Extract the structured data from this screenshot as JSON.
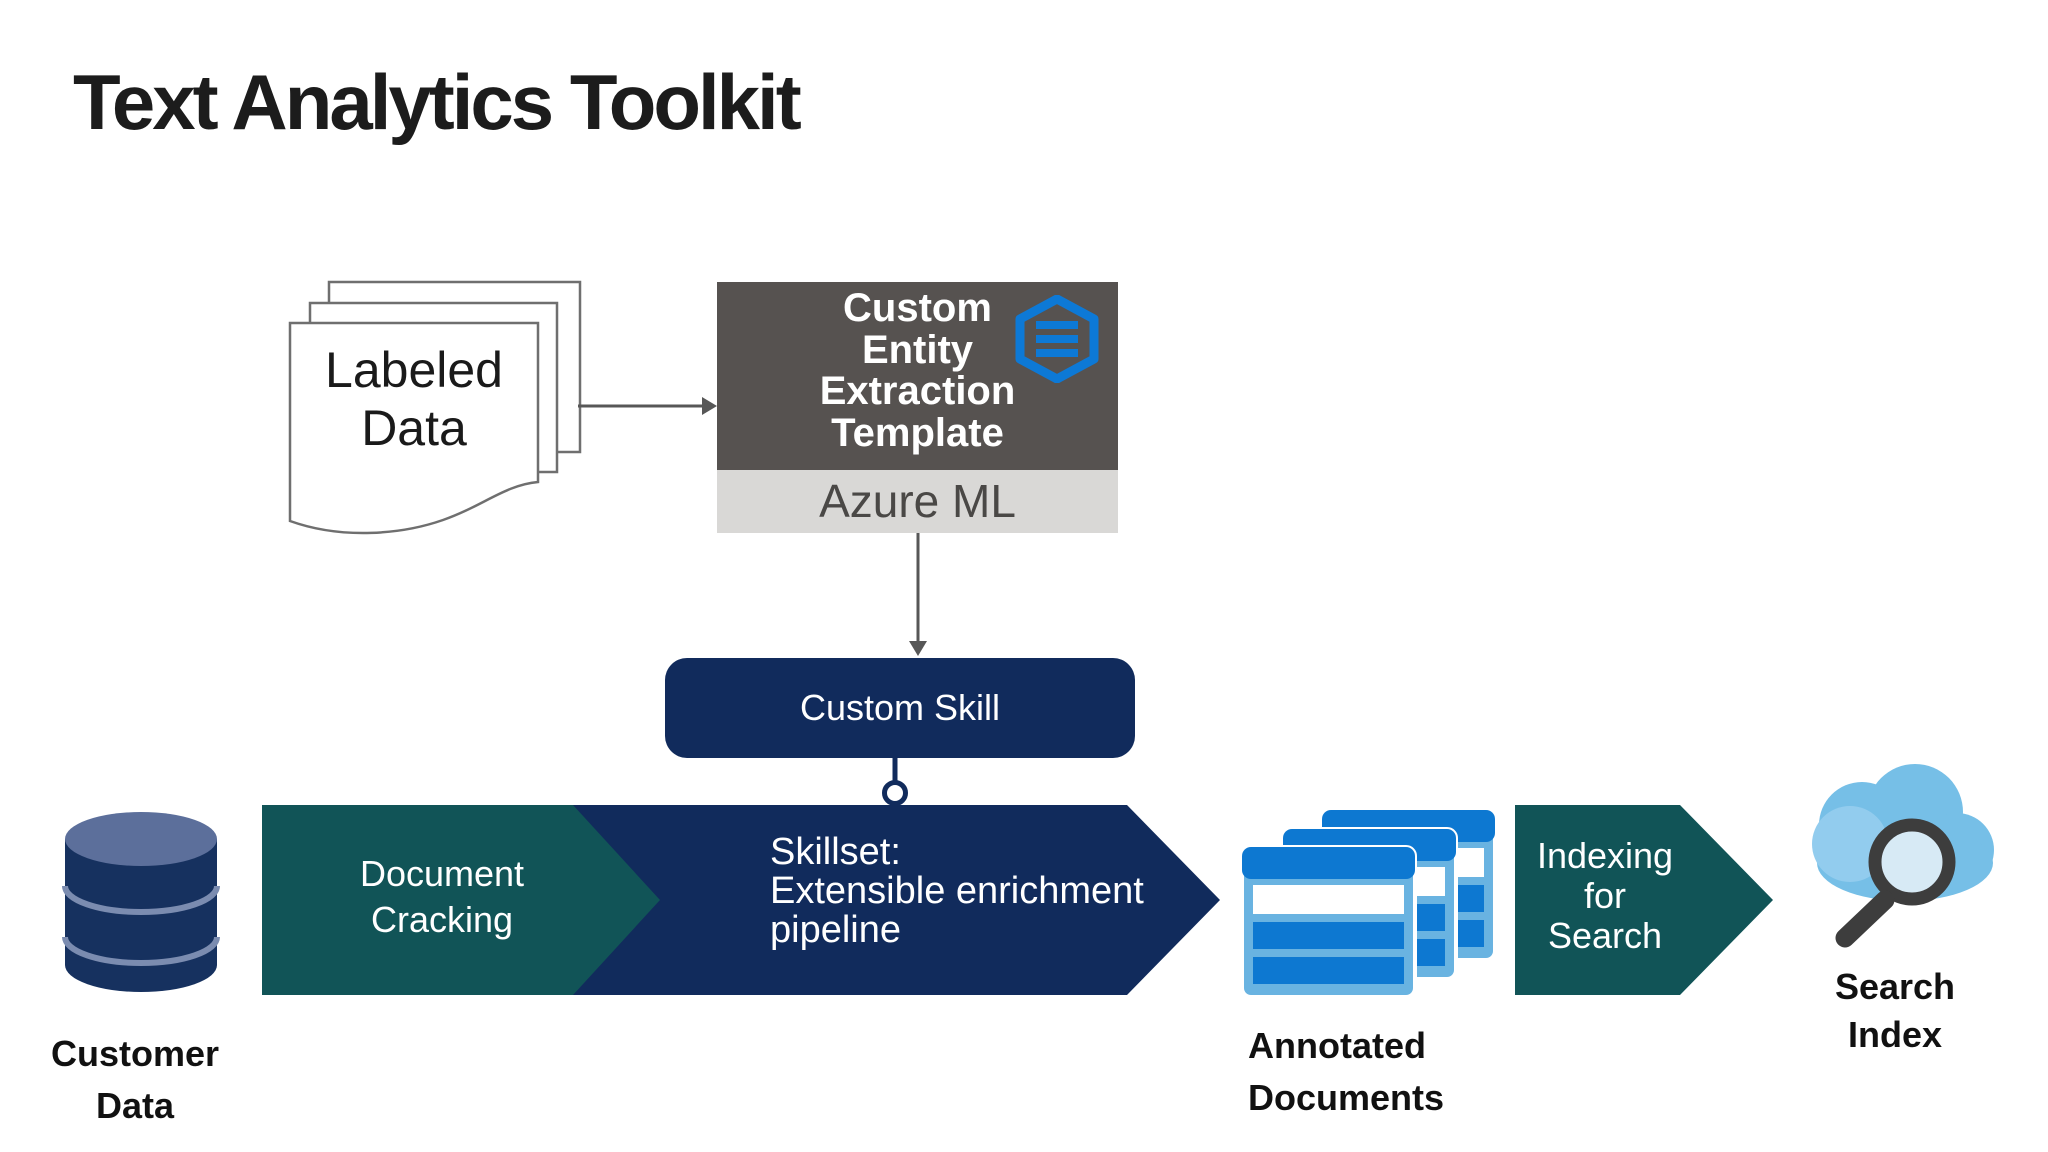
{
  "title": "Text Analytics Toolkit",
  "labeled_data": {
    "lines": [
      "Labeled",
      "Data"
    ]
  },
  "template_box": {
    "lines": [
      "Custom",
      "Entity",
      "Extraction",
      "Template"
    ],
    "platform_label": "Azure ML",
    "icon": "hexagon-list-icon"
  },
  "custom_skill": {
    "label": "Custom Skill"
  },
  "banner": {
    "document_cracking": {
      "lines": [
        "Document",
        "Cracking"
      ]
    },
    "skillset": {
      "lines": [
        "Skillset:",
        "Extensible enrichment",
        "pipeline"
      ]
    }
  },
  "indexing_arrow": {
    "lines": [
      "Indexing",
      "for",
      "Search"
    ]
  },
  "customer_data": {
    "lines": [
      "Customer",
      "Data"
    ]
  },
  "annotated_documents": {
    "lines": [
      "Annotated",
      "Documents"
    ]
  },
  "search_index": {
    "lines": [
      "Search",
      "Index"
    ]
  },
  "colors": {
    "navy": "#112B5C",
    "teal": "#115457",
    "azure_blue": "#0D78D1",
    "box_dark_gray": "#565250",
    "box_light_gray": "#D9D8D6",
    "doc_light_blue": "#69B3E1",
    "cloud_blue": "#76BFE7",
    "magnifier_gray": "#3D3D3D",
    "arrow_gray": "#575757",
    "cylinder_navy": "#16315F",
    "cylinder_top": "#5C6F9B"
  }
}
